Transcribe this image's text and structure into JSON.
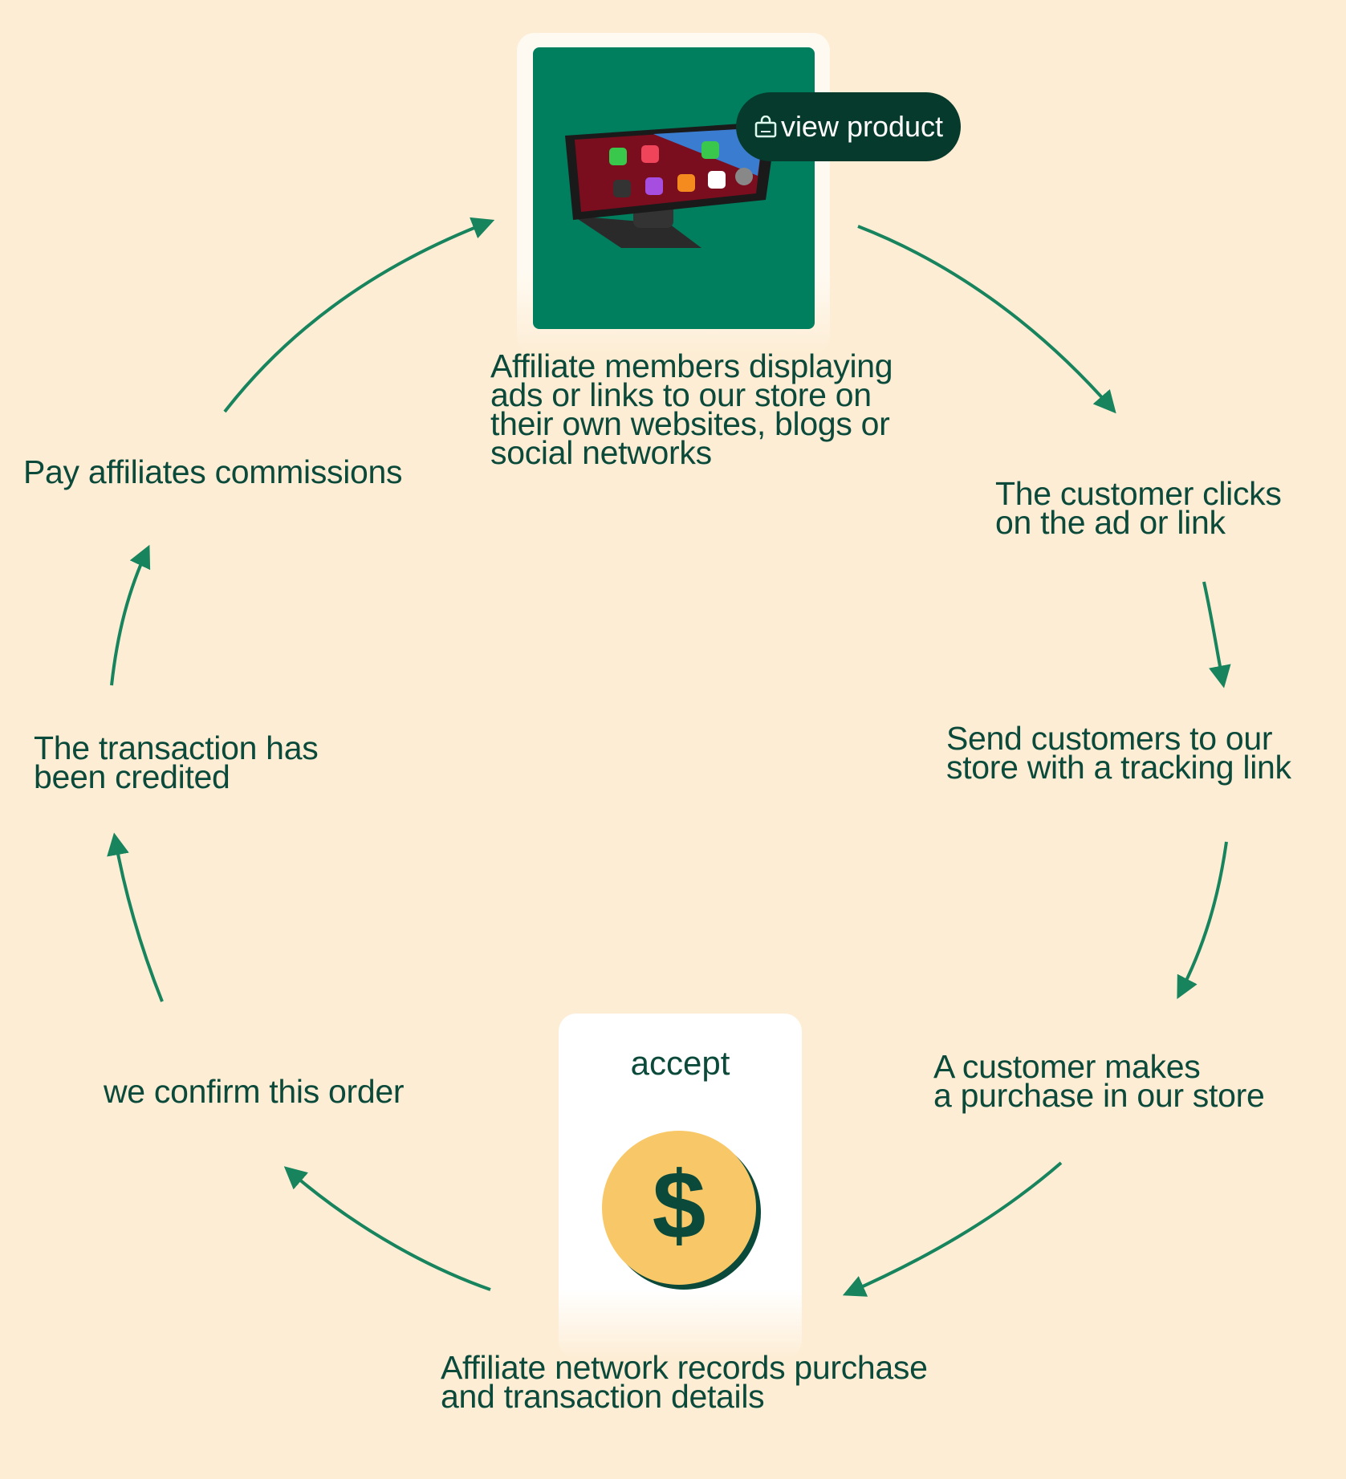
{
  "product_card": {
    "button_label": "view product",
    "button_icon": "shopping-bag-icon",
    "image": "car-display-monitor"
  },
  "steps": [
    {
      "id": "affiliate-display",
      "text": "Affiliate members displaying\nads or links to our store on\ntheir own websites, blogs or\nsocial networks"
    },
    {
      "id": "customer-clicks",
      "text": "The customer clicks\non the ad or link"
    },
    {
      "id": "tracking-link",
      "text": "Send customers to our\nstore with a tracking link"
    },
    {
      "id": "customer-purchase",
      "text": "A customer makes\na purchase in our store"
    },
    {
      "id": "network-records",
      "text": "Affiliate network records purchase\nand transaction details"
    },
    {
      "id": "confirm-order",
      "text": "we confirm this order"
    },
    {
      "id": "transaction-credited",
      "text": "The transaction has\nbeen credited"
    },
    {
      "id": "pay-commissions",
      "text": "Pay affiliates commissions"
    }
  ],
  "accept_card": {
    "label": "accept",
    "icon": "dollar-coin-icon"
  },
  "colors": {
    "background": "#fdedd5",
    "text": "#0b4a3a",
    "arrow": "#17845e",
    "green": "#007f5f",
    "coin": "#f8c868"
  }
}
